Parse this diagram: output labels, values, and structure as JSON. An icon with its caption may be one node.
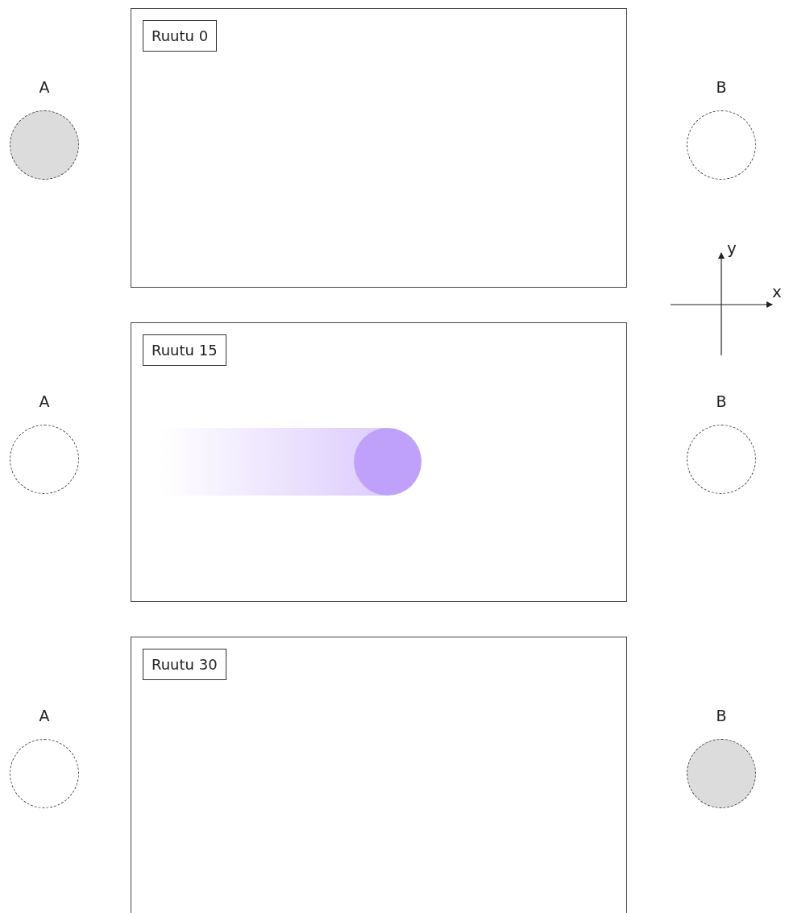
{
  "diagram": {
    "nodes": [
      {
        "text": [],
        "shape": "box"
      },
      {
        "text": [
          "Ruutu 0"
        ],
        "in": 0
      },
      {
        "text": [
          "A"
        ]
      },
      {
        "text": [
          "B"
        ]
      },
      {
        "text": [],
        "shape": "box"
      },
      {
        "text": [
          "Ruutu 15"
        ],
        "in": 4
      },
      {
        "text": [],
        "shape": "circle",
        "in": 4
      },
      {
        "text": [
          "A"
        ]
      },
      {
        "text": [
          "B"
        ]
      },
      {
        "text": [],
        "shape": "box"
      },
      {
        "text": [
          "Ruutu 30"
        ],
        "in": 9
      },
      {
        "text": [
          "A"
        ]
      },
      {
        "text": [
          "B"
        ]
      }
    ],
    "labels": [
      "y",
      "x"
    ]
  }
}
